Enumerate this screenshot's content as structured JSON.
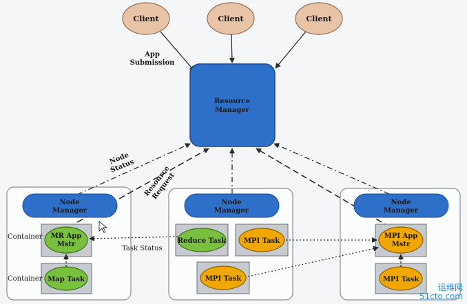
{
  "clients": [
    "Client",
    "Client",
    "Client"
  ],
  "resource_manager": {
    "line1": "Resource",
    "line2": "Manager"
  },
  "labels": {
    "app_submission_1": "App",
    "app_submission_2": "Submission",
    "node_status_1": "Node",
    "node_status_2": "Status",
    "resource_request_1": "Resource",
    "resource_request_2": "Request",
    "task_status": "Task Status",
    "container_1": "Container",
    "container_2": "Container"
  },
  "nodes": [
    {
      "manager_1": "Node",
      "manager_2": "Manager",
      "tasks": [
        {
          "line1": "MR App",
          "line2": "Mstr",
          "color": "green"
        },
        {
          "line1": "Map Task",
          "line2": "",
          "color": "green"
        }
      ]
    },
    {
      "manager_1": "Node",
      "manager_2": "Manager",
      "tasks": [
        {
          "line1": "Reduce Task",
          "line2": "",
          "color": "green"
        },
        {
          "line1": "MPI Task",
          "line2": "",
          "color": "orange"
        },
        {
          "line1": "MPI Task",
          "line2": "",
          "color": "orange"
        }
      ]
    },
    {
      "manager_1": "Node",
      "manager_2": "Manager",
      "tasks": [
        {
          "line1": "MPI App",
          "line2": "Mstr",
          "color": "orange"
        },
        {
          "line1": "MPI Task",
          "line2": "",
          "color": "orange"
        }
      ]
    }
  ],
  "watermark": {
    "line1": "运维网",
    "line2": "51cto.com"
  },
  "colors": {
    "client_fill": "#e8c3a6",
    "manager_fill": "#2d6fc9",
    "green_task": "#79c03f",
    "orange_task": "#f0a800",
    "container_fill": "#c7cbcf"
  }
}
